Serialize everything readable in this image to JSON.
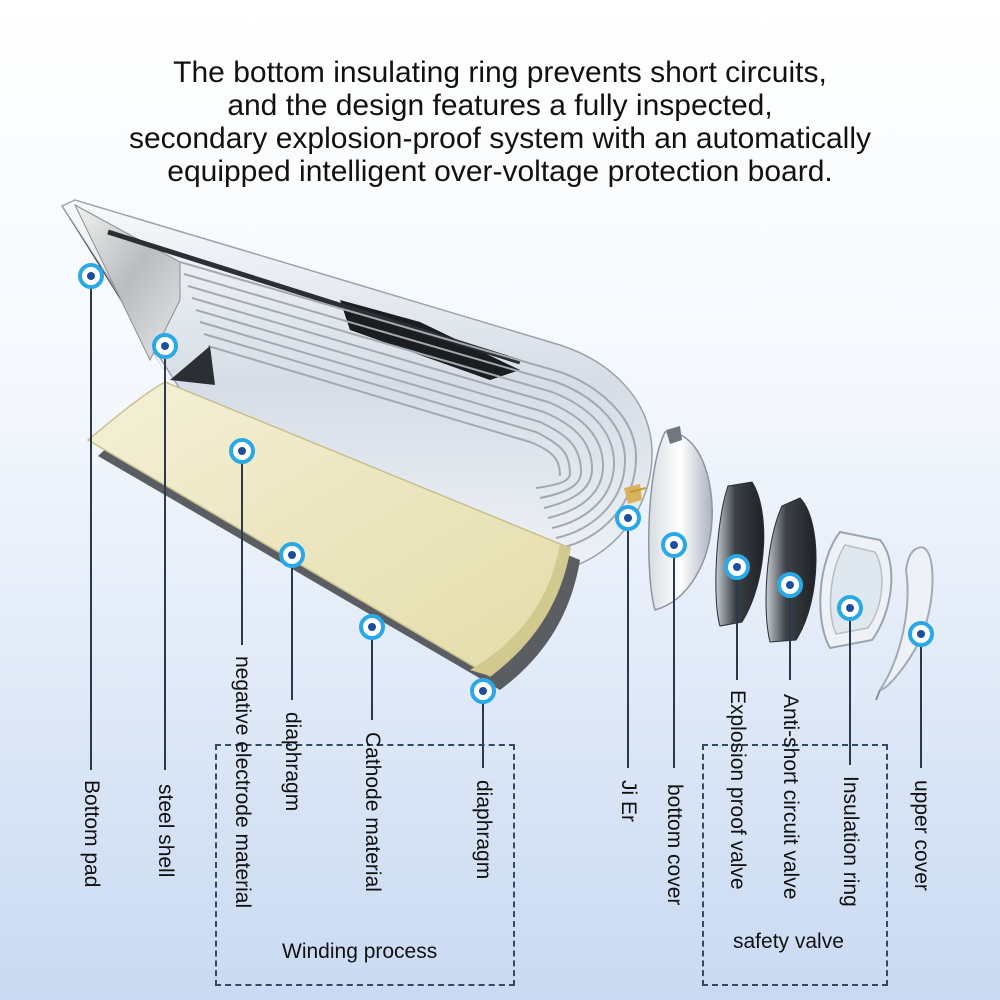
{
  "heading": {
    "line1": "The bottom insulating ring prevents short circuits,",
    "line2": "and the design features a fully inspected,",
    "line3": "secondary explosion-proof system with an automatically",
    "line4": "equipped intelligent over-voltage protection board."
  },
  "labels": {
    "bottom_pad": "Bottom pad",
    "steel_shell": "steel shell",
    "negative_electrode": "negative electrode material",
    "diaphragm_1": "diaphragm",
    "cathode": "Cathode material",
    "diaphragm_2": "diaphragm",
    "ji_er": "Ji Er",
    "bottom_cover": "bottom cover",
    "explosion_valve": "Explosion proof valve",
    "anti_short_valve": "Anti-short circuit valve",
    "insulation_ring": "Insulation ring",
    "upper_cover": "upper cover"
  },
  "groups": {
    "winding": "Winding process",
    "safety": "safety valve"
  },
  "colors": {
    "marker": "#2aa8e8",
    "marker_center": "#1f4e9c",
    "leader": "#2a3a4c",
    "group_border": "#324a63"
  }
}
